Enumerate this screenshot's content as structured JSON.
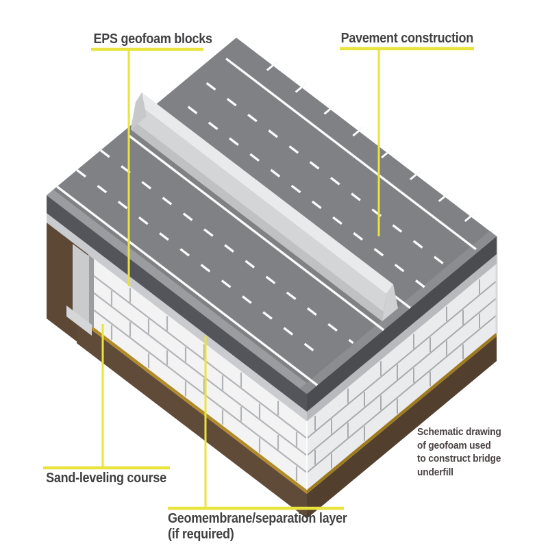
{
  "diagram": {
    "title_semantic": "Schematic of EPS geofoam used to construct bridge underfill",
    "labels": {
      "eps": "EPS geofoam blocks",
      "pavement": "Pavement construction",
      "sand": "Sand-leveling course",
      "geomembrane_line1": "Geomembrane/separation layer",
      "geomembrane_line2": "(if required)"
    },
    "caption": {
      "line1": "Schematic drawing",
      "line2": "of geofoam used",
      "line3": "to construct bridge",
      "line4": "underfill"
    },
    "colors": {
      "leader_yellow": "#e9e33d",
      "label_text": "#414042",
      "caption_text": "#4b4243",
      "road_surface": "#7f8184",
      "road_shoulder": "#9a9c9f",
      "pavement_side_dark": "#54555a",
      "geomembrane_band": "#c9cbce",
      "geofoam_block": "#f3f3f4",
      "block_mortar": "#b2b4b7",
      "sand_gold": "#b28c2b",
      "soil_brown": "#604a38",
      "soil_brown_dark": "#523f2e",
      "barrier_gray": "#d3d5d7",
      "lane_marking": "#fafafa"
    }
  }
}
